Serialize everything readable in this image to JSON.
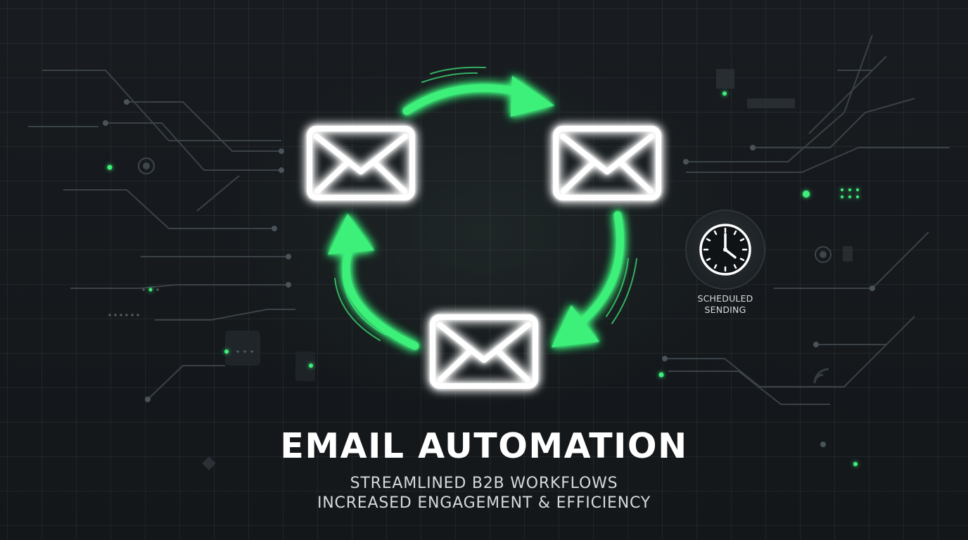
{
  "headline": "EMAIL AUTOMATION",
  "subheadline": {
    "line1": "STREAMLINED B2B WORKFLOWS",
    "line2": "INCREASED ENGAGEMENT & EFFICIENCY"
  },
  "schedule_badge": {
    "icon": "clock-icon",
    "line1": "SCHEDULED",
    "line2": "SENDING"
  },
  "cycle": {
    "icon": "envelope-icon",
    "arrow_icon": "cycle-arrow-icon",
    "envelope_count": 3
  },
  "colors": {
    "background": "#14181b",
    "accent_green": "#3ef07a",
    "text_white": "#ffffff"
  }
}
